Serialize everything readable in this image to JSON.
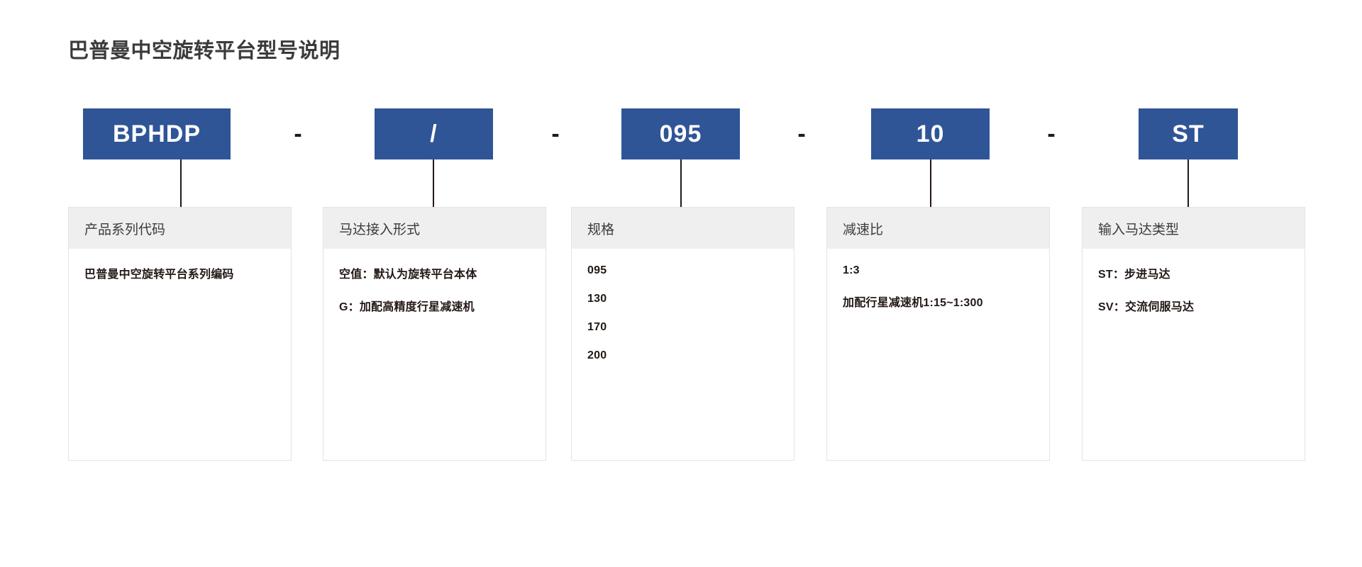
{
  "page": {
    "title": "巴普曼中空旋转平台型号说明"
  },
  "theme": {
    "accent_blue": "#2f5597",
    "header_gray": "#efefef",
    "text_dark": "#231815",
    "border_gray": "#e4e4e4"
  },
  "model_code": {
    "separator": "-",
    "segments": [
      {
        "code": "BPHDP"
      },
      {
        "code": "/"
      },
      {
        "code": "095"
      },
      {
        "code": "10"
      },
      {
        "code": "ST"
      }
    ]
  },
  "panels": [
    {
      "header": "产品系列代码",
      "lines": [
        "巴普曼中空旋转平台系列编码"
      ]
    },
    {
      "header": "马达接入形式",
      "lines": [
        "空值：默认为旋转平台本体",
        "G：加配高精度行星减速机"
      ]
    },
    {
      "header": "规格",
      "lines": [
        "095",
        "130",
        "170",
        "200"
      ]
    },
    {
      "header": "减速比",
      "lines": [
        "1:3",
        "加配行星减速机1:15~1:300"
      ]
    },
    {
      "header": "输入马达类型",
      "lines": [
        "ST：步进马达",
        "SV：交流伺服马达"
      ]
    }
  ]
}
